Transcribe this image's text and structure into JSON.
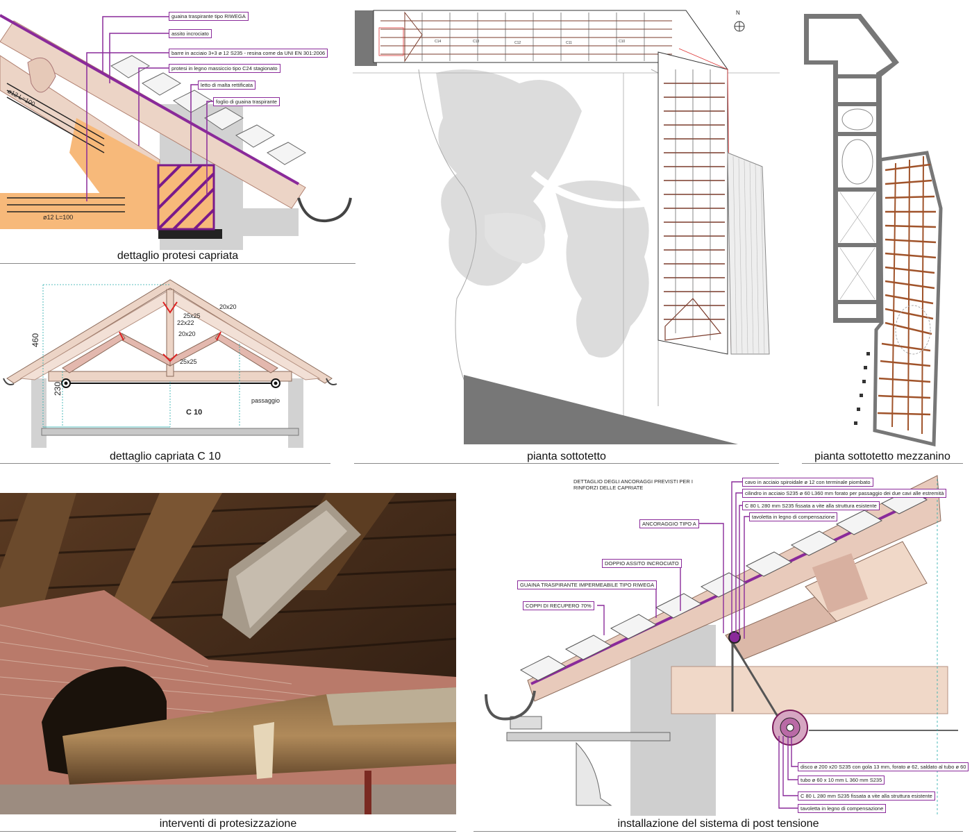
{
  "panels": {
    "prosthesis_detail": {
      "caption": "dettaglio protesi capriata",
      "labels": [
        "guaina traspirante tipo RIWEGA",
        "assito incrociato",
        "barre in acciaio 3+3 ø 12 S235 - resina come da  UNI EN  301:2006",
        "protesi in legno massiccio tipo  C24  stagionato",
        "letto di malta rettificata",
        "foglio di guaina traspirante"
      ],
      "bar_top": "ø12 L=100",
      "bar_bottom": "ø12 L=100"
    },
    "truss_detail": {
      "caption": "dettaglio capriata C 10",
      "dims": [
        "20x20",
        "25x25",
        "22x22",
        "20x20",
        "25x25",
        "460",
        "230"
      ],
      "truss_id": "C 10",
      "room_label": "passaggio"
    },
    "attic_plan": {
      "caption": "pianta sottotetto",
      "north": "N",
      "truss_tags": [
        "C14",
        "C13",
        "C12",
        "C11",
        "C10"
      ]
    },
    "mezzanine_plan": {
      "caption": "pianta sottotetto mezzanino"
    },
    "photo": {
      "caption": "interventi di protesizzazione"
    },
    "post_tension": {
      "caption": "installazione del sistema di post tensione",
      "title": "DETTAGLIO DEGLI ANCORAGGI PREVISTI PER I RINFORZI DELLE CAPRIATE",
      "labels_top": [
        "cavo in acciaio spiroidale ø 12 con terminale piombato",
        "cilindro in acciaio S235 ø 60 L360 mm forato per passaggio dei due cavi alle estremità",
        "C 80  L 280 mm S235 fissata a vite alla struttura esistente",
        "tavoletta in legno di compensazione"
      ],
      "labels_left": [
        "ANCORAGGIO TIPO A",
        "DOPPIO ASSITO INCROCIATO",
        "GUAINA TRASPIRANTE IMPERMEABILE TIPO RIWEGA",
        "COPPI DI RECUPERO 70%"
      ],
      "labels_bottom": [
        "disco ø 200 x20 S235 con gola 13 mm, forato ø 62, saldato al tubo ø 60",
        "tubo ø 60 x 10 mm L 360 mm S235",
        "C 80  L 280 mm S235 fissata a vite alla struttura esistente",
        "tavoletta in legno di compensazione"
      ]
    }
  },
  "colors": {
    "accent": "#8a2a9a",
    "timber": "#e9c9b8",
    "orange": "#f7b97a",
    "wall": "#cfcfcf",
    "plan_red": "#d33"
  }
}
